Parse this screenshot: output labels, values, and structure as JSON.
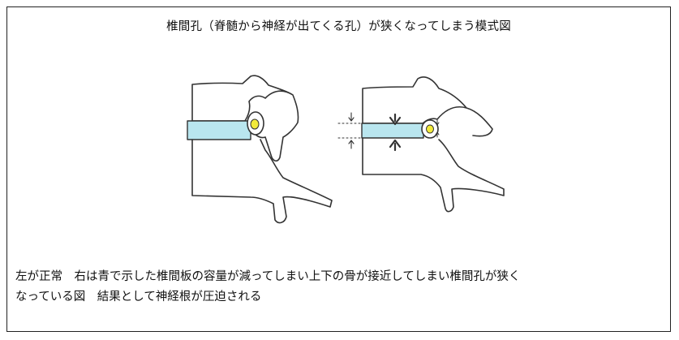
{
  "title": "椎間孔（脊髄から神経が出てくる孔）が狭くなってしまう模式図",
  "caption": {
    "line1": "左が正常　右は青で示した椎間板の容量が減ってしまい上下の骨が接近してしまい椎間孔が狭く",
    "line2": "なっている図　結果として神経根が圧迫される"
  },
  "colors": {
    "disc": "#b9e6ef",
    "nerve": "#f2ea3a",
    "line": "#333333",
    "border": "#222222"
  }
}
